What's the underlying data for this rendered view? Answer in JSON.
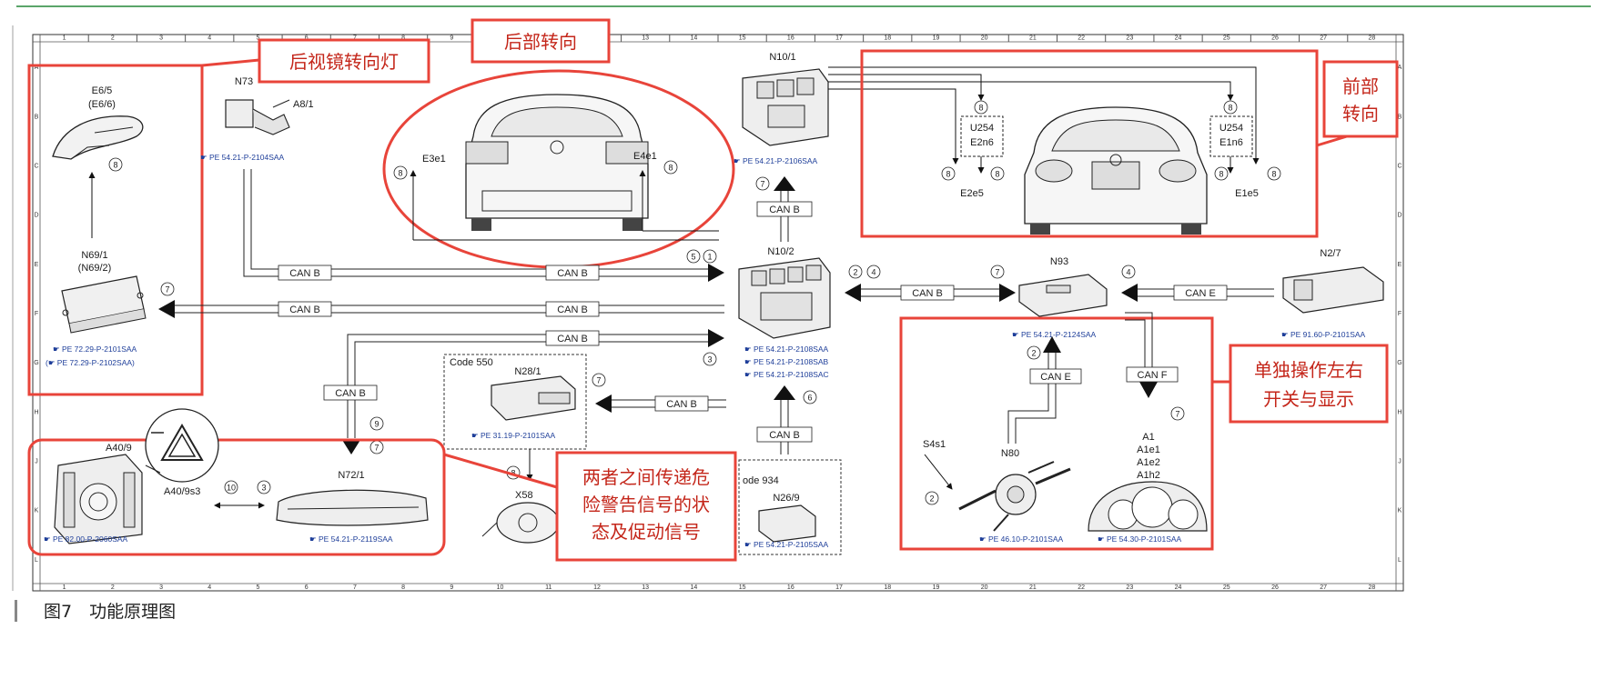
{
  "annotations": {
    "mirror_turn": "后视镜转向灯",
    "rear_turn": "后部转向",
    "front_turn_1": "前部",
    "front_turn_2": "转向",
    "hazard_1": "两者之间传递危",
    "hazard_2": "险警告信号的状",
    "hazard_3": "态及促动信号",
    "switch_1": "单独操作左右",
    "switch_2": "开关与显示"
  },
  "caption": "图7　功能原理图",
  "grid": {
    "cols": [
      "1",
      "2",
      "3",
      "4",
      "5",
      "6",
      "7",
      "8",
      "9",
      "10",
      "11",
      "12",
      "13",
      "14",
      "15",
      "16",
      "17",
      "18",
      "19",
      "20",
      "21",
      "22",
      "23",
      "24",
      "25",
      "26",
      "27",
      "28"
    ],
    "rows": [
      "A",
      "B",
      "C",
      "D",
      "E",
      "F",
      "G",
      "H",
      "J",
      "K",
      "L"
    ]
  },
  "components": {
    "e65": "E6/5",
    "e66": "(E6/6)",
    "n69_1": "N69/1",
    "n69_2": "(N69/2)",
    "n73": "N73",
    "a81": "A8/1",
    "e3e1": "E3e1",
    "e4e1": "E4e1",
    "n10_1": "N10/1",
    "n10_2": "N10/2",
    "u254_l": "U254",
    "e2n6": "E2n6",
    "e2e5": "E2e5",
    "u254_r": "U254",
    "e1n6": "E1n6",
    "e1e5": "E1e5",
    "n93": "N93",
    "n27": "N2/7",
    "code550": "Code 550",
    "n28_1": "N28/1",
    "x58": "X58",
    "code934": "ode 934",
    "n26_9": "N26/9",
    "a40": "A40/9s3",
    "a40_top": "A40/9",
    "n72_1": "N72/1",
    "s4s1": "S4s1",
    "n80": "N80",
    "a1": "A1",
    "a1e1": "A1e1",
    "a1e2": "A1e2",
    "a1h2": "A1h2"
  },
  "refs": {
    "n73": "PE 54.21-P-2104SAA",
    "n10_1": "PE 54.21-P-2106SAA",
    "n69_a": "PE 72.29-P-2101SAA",
    "n69_b": "(☛ PE 72.29-P-2102SAA)",
    "n10_2_a": "PE 54.21-P-2108SAA",
    "n10_2_b": "PE 54.21-P-2108SAB",
    "n10_2_c": "PE 54.21-P-2108SAC",
    "n93": "PE 54.21-P-2124SAA",
    "n27": "PE 91.60-P-2101SAA",
    "n28": "PE 31.19-P-2101SAA",
    "a40": "PE 82.00-P-2060SAA",
    "n72": "PE 54.21-P-2119SAA",
    "n26": "PE 54.21-P-2105SAA",
    "n80": "PE 46.10-P-2101SAA",
    "a1": "PE 54.30-P-2101SAA"
  },
  "bus": {
    "can_b": "CAN B",
    "can_e": "CAN E",
    "can_f": "CAN F"
  },
  "circles": {
    "c8": "8",
    "c7": "7",
    "c5": "5",
    "c1": "1",
    "c2": "2",
    "c4": "4",
    "c3": "3",
    "c6": "6",
    "c9": "9",
    "c10": "10"
  }
}
